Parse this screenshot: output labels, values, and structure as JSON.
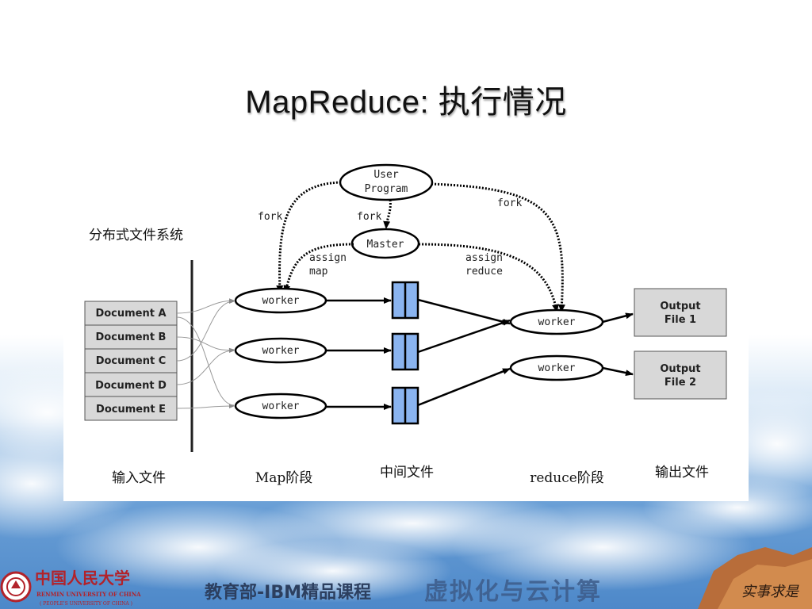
{
  "slide": {
    "title": "MapReduce: 执行情况"
  },
  "diagram": {
    "user_program_lines": [
      "User",
      "Program"
    ],
    "master_label": "Master",
    "fork_labels": [
      "fork",
      "fork",
      "fork"
    ],
    "assign_map_lines": [
      "assign",
      "map"
    ],
    "assign_reduce_lines": [
      "assign",
      "reduce"
    ],
    "dfs_label": "分布式文件系统",
    "documents": [
      "Document A",
      "Document B",
      "Document C",
      "Document D",
      "Document E"
    ],
    "map_worker_label": "worker",
    "reduce_worker_label": "worker",
    "outputs": [
      {
        "line1": "Output",
        "line2": "File 1"
      },
      {
        "line1": "Output",
        "line2": "File 2"
      }
    ],
    "stage_captions": [
      "输入文件",
      "Map阶段",
      "中间文件",
      "reduce阶段",
      "输出文件"
    ],
    "colors": {
      "intermediate_file": "#8ab4f0",
      "output_box": "#d8d8d8",
      "document_box": "#d8d8d8"
    }
  },
  "footer": {
    "university_name": "中国人民大学",
    "university_english_1": "RENMIN UNIVERSITY OF CHINA",
    "university_english_2": "( PEOPLE'S UNIVERSITY OF CHINA )",
    "course_label": "教育部-IBM精品课程",
    "course_title": "虚拟化与云计算",
    "signature": "实事求是"
  }
}
